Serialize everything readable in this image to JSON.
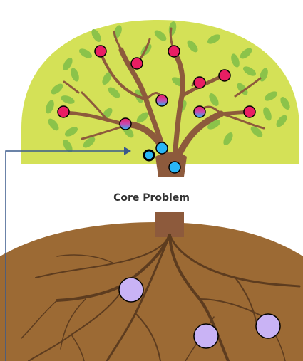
{
  "core_label": "Core Problem",
  "colors": {
    "canopy": "#d4e157",
    "leaf": "#8bc34a",
    "trunk": "#8d5a3c",
    "soil": "#9c6a34",
    "root": "#5d3c1f",
    "fruit_red": "#e91e63",
    "fruit_blue": "#29b6f6",
    "root_node": "#c9b3f5",
    "arrow": "#3a5a8c",
    "selected_node_ring": "#000000"
  },
  "icons": [
    "fruit-node",
    "root-node",
    "leaf-icon",
    "arrow-head-icon"
  ]
}
